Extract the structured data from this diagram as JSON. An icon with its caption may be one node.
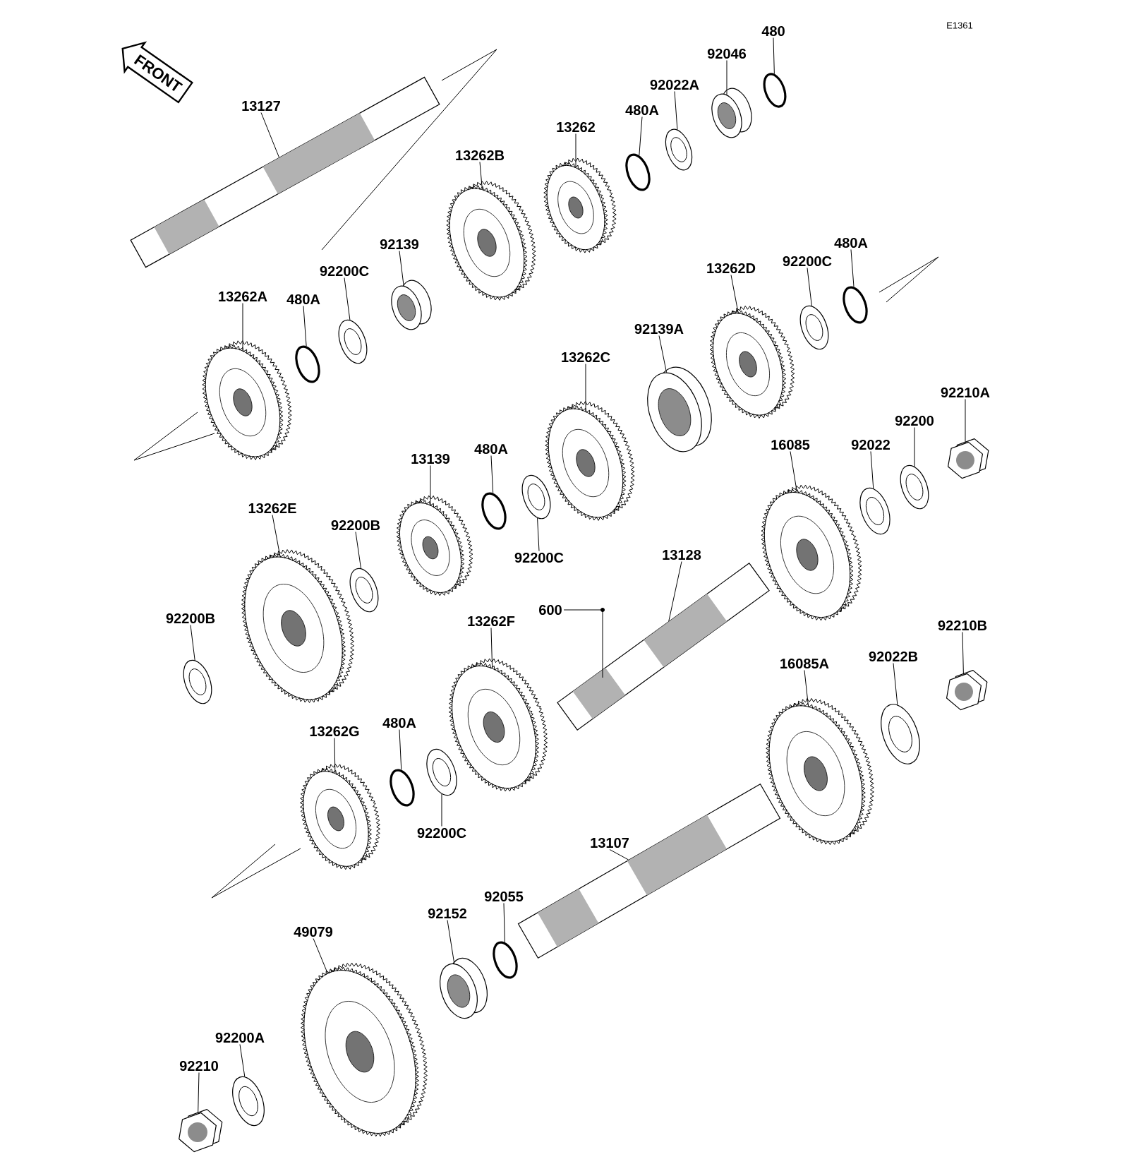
{
  "diagram": {
    "nodes": [
      {
        "text": [
          "FRONT"
        ]
      },
      {
        "text": [
          "13127"
        ]
      },
      {
        "text": [],
        "shape": "shaft"
      },
      {
        "text": [
          "13262B"
        ]
      },
      {
        "text": [],
        "shape": "gear"
      },
      {
        "text": [
          "13262"
        ]
      },
      {
        "text": [],
        "shape": "gear"
      },
      {
        "text": [
          "480A"
        ]
      },
      {
        "text": [],
        "shape": "ring"
      },
      {
        "text": [
          "92022A"
        ]
      },
      {
        "text": [],
        "shape": "washer"
      },
      {
        "text": [
          "92046"
        ]
      },
      {
        "text": [],
        "shape": "bearing"
      },
      {
        "text": [
          "480"
        ]
      },
      {
        "text": [],
        "shape": "ring"
      },
      {
        "text": [
          "92139"
        ]
      },
      {
        "text": [],
        "shape": "bearing"
      },
      {
        "text": [
          "92200C"
        ]
      },
      {
        "text": [],
        "shape": "washer"
      },
      {
        "text": [
          "13262A"
        ]
      },
      {
        "text": [],
        "shape": "gear"
      },
      {
        "text": [
          "480A"
        ]
      },
      {
        "text": [],
        "shape": "ring"
      },
      {
        "text": [
          "13262D"
        ]
      },
      {
        "text": [],
        "shape": "gear"
      },
      {
        "text": [
          "92200C"
        ]
      },
      {
        "text": [],
        "shape": "washer"
      },
      {
        "text": [
          "480A"
        ]
      },
      {
        "text": [],
        "shape": "ring"
      },
      {
        "text": [
          "92139A"
        ]
      },
      {
        "text": [],
        "shape": "bearing"
      },
      {
        "text": [
          "13262C"
        ]
      },
      {
        "text": [],
        "shape": "gear"
      },
      {
        "text": [
          "92210A"
        ]
      },
      {
        "text": [],
        "shape": "nut"
      },
      {
        "text": [
          "92200"
        ]
      },
      {
        "text": [],
        "shape": "washer"
      },
      {
        "text": [
          "92022"
        ]
      },
      {
        "text": [],
        "shape": "washer"
      },
      {
        "text": [
          "16085"
        ]
      },
      {
        "text": [],
        "shape": "gear"
      },
      {
        "text": [
          "13139"
        ]
      },
      {
        "text": [],
        "shape": "gear"
      },
      {
        "text": [
          "480A"
        ]
      },
      {
        "text": [],
        "shape": "ring"
      },
      {
        "text": [
          "92200C"
        ]
      },
      {
        "text": [],
        "shape": "washer"
      },
      {
        "text": [
          "13262E"
        ]
      },
      {
        "text": [],
        "shape": "gear"
      },
      {
        "text": [
          "92200B"
        ]
      },
      {
        "text": [],
        "shape": "washer"
      },
      {
        "text": [
          "92200B"
        ]
      },
      {
        "text": [],
        "shape": "washer"
      },
      {
        "text": [
          "13128"
        ]
      },
      {
        "text": [],
        "shape": "shaft"
      },
      {
        "text": [
          "600"
        ]
      },
      {
        "text": [
          "13262F"
        ]
      },
      {
        "text": [],
        "shape": "gear"
      },
      {
        "text": [
          "16085A"
        ]
      },
      {
        "text": [],
        "shape": "gear"
      },
      {
        "text": [
          "92022B"
        ]
      },
      {
        "text": [],
        "shape": "washer"
      },
      {
        "text": [
          "92210B"
        ]
      },
      {
        "text": [],
        "shape": "nut"
      },
      {
        "text": [
          "13262G"
        ]
      },
      {
        "text": [],
        "shape": "gear"
      },
      {
        "text": [
          "480A"
        ]
      },
      {
        "text": [],
        "shape": "ring"
      },
      {
        "text": [
          "92200C"
        ]
      },
      {
        "text": [],
        "shape": "washer"
      },
      {
        "text": [
          "13107"
        ]
      },
      {
        "text": [],
        "shape": "shaft"
      },
      {
        "text": [
          "92055"
        ]
      },
      {
        "text": [],
        "shape": "ring"
      },
      {
        "text": [
          "92152"
        ]
      },
      {
        "text": [],
        "shape": "bearing"
      },
      {
        "text": [
          "49079"
        ]
      },
      {
        "text": [],
        "shape": "gear"
      },
      {
        "text": [
          "92200A"
        ]
      },
      {
        "text": [],
        "shape": "washer"
      },
      {
        "text": [
          "92210"
        ]
      },
      {
        "text": [],
        "shape": "nut"
      }
    ],
    "edges": [
      {
        "from": 1,
        "to": 2,
        "arrow": "none"
      },
      {
        "from": 3,
        "to": 4,
        "arrow": "none"
      },
      {
        "from": 5,
        "to": 6,
        "arrow": "none"
      },
      {
        "from": 7,
        "to": 8,
        "arrow": "none"
      },
      {
        "from": 9,
        "to": 10,
        "arrow": "none"
      },
      {
        "from": 11,
        "to": 12,
        "arrow": "none"
      },
      {
        "from": 13,
        "to": 14,
        "arrow": "none"
      },
      {
        "from": 15,
        "to": 16,
        "arrow": "none"
      },
      {
        "from": 17,
        "to": 18,
        "arrow": "none"
      },
      {
        "from": 19,
        "to": 20,
        "arrow": "none"
      },
      {
        "from": 21,
        "to": 22,
        "arrow": "none"
      },
      {
        "from": 23,
        "to": 24,
        "arrow": "none"
      },
      {
        "from": 25,
        "to": 26,
        "arrow": "none"
      },
      {
        "from": 27,
        "to": 28,
        "arrow": "none"
      },
      {
        "from": 29,
        "to": 30,
        "arrow": "none"
      },
      {
        "from": 31,
        "to": 32,
        "arrow": "none"
      },
      {
        "from": 33,
        "to": 34,
        "arrow": "none"
      },
      {
        "from": 35,
        "to": 36,
        "arrow": "none"
      },
      {
        "from": 37,
        "to": 38,
        "arrow": "none"
      },
      {
        "from": 39,
        "to": 40,
        "arrow": "none"
      },
      {
        "from": 41,
        "to": 42,
        "arrow": "none"
      },
      {
        "from": 43,
        "to": 44,
        "arrow": "none"
      },
      {
        "from": 45,
        "to": 46,
        "arrow": "none"
      },
      {
        "from": 47,
        "to": 48,
        "arrow": "none"
      },
      {
        "from": 49,
        "to": 50,
        "arrow": "none"
      },
      {
        "from": 51,
        "to": 52,
        "arrow": "none"
      },
      {
        "from": 53,
        "to": 54,
        "arrow": "none"
      },
      {
        "from": 55,
        "to": 54,
        "arrow": "none"
      },
      {
        "from": 56,
        "to": 57,
        "arrow": "none"
      },
      {
        "from": 58,
        "to": 59,
        "arrow": "none"
      },
      {
        "from": 60,
        "to": 61,
        "arrow": "none"
      },
      {
        "from": 62,
        "to": 63,
        "arrow": "none"
      },
      {
        "from": 64,
        "to": 65,
        "arrow": "none"
      },
      {
        "from": 66,
        "to": 67,
        "arrow": "none"
      },
      {
        "from": 68,
        "to": 69,
        "arrow": "none"
      },
      {
        "from": 70,
        "to": 71,
        "arrow": "none"
      },
      {
        "from": 72,
        "to": 73,
        "arrow": "none"
      },
      {
        "from": 74,
        "to": 75,
        "arrow": "none"
      },
      {
        "from": 76,
        "to": 77,
        "arrow": "none"
      },
      {
        "from": 78,
        "to": 79,
        "arrow": "none"
      },
      {
        "from": 80,
        "to": 81,
        "arrow": "none"
      }
    ],
    "labels": [
      "E1361"
    ]
  }
}
